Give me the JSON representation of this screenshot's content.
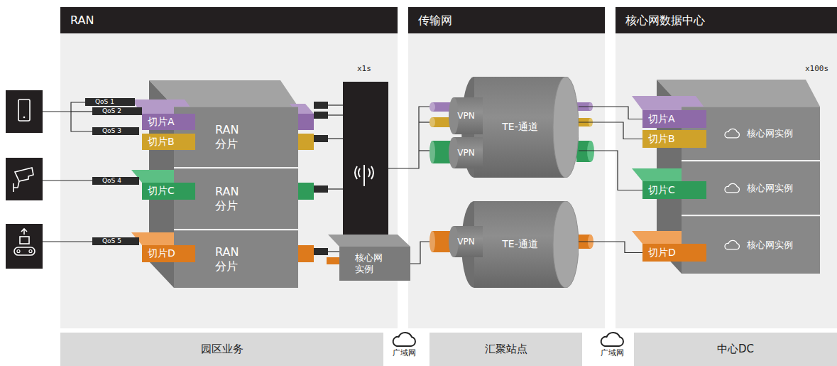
{
  "diagram": {
    "nodes": [
      {
        "text": [
          "RAN"
        ]
      },
      {
        "text": [
          "传输网"
        ]
      },
      {
        "text": [
          "核心网数据中心"
        ]
      },
      {
        "text": [
          "QoS 1"
        ],
        "in": 0
      },
      {
        "text": [
          "QoS 2"
        ],
        "in": 0
      },
      {
        "text": [
          "切片A"
        ],
        "in": 0
      },
      {
        "text": [
          "RAN 分片"
        ],
        "in": 0
      },
      {
        "text": [
          "QoS 3"
        ],
        "in": 0
      },
      {
        "text": [
          "切片B"
        ],
        "in": 0
      },
      {
        "text": [
          "QoS 4"
        ],
        "in": 0
      },
      {
        "text": [
          "切片C"
        ],
        "in": 0
      },
      {
        "text": [
          "RAN 分片"
        ],
        "in": 0
      },
      {
        "text": [
          "QoS 5"
        ],
        "in": 0
      },
      {
        "text": [
          "切片D"
        ],
        "in": 0
      },
      {
        "text": [
          "RAN 分片"
        ],
        "in": 0
      },
      {
        "text": [
          "核心网 实例"
        ],
        "in": 0
      },
      {
        "text": [
          "VPN"
        ],
        "in": 1
      },
      {
        "text": [
          "TE-通道"
        ],
        "in": 1
      },
      {
        "text": [
          "VPN"
        ],
        "in": 1
      },
      {
        "text": [
          "VPN"
        ],
        "in": 1
      },
      {
        "text": [
          "TE-通道"
        ],
        "in": 1
      },
      {
        "text": [
          "切片A"
        ],
        "in": 2
      },
      {
        "text": [
          "核心网实例"
        ],
        "in": 2
      },
      {
        "text": [
          "切片B"
        ],
        "in": 2
      },
      {
        "text": [
          "切片C"
        ],
        "in": 2
      },
      {
        "text": [
          "核心网实例"
        ],
        "in": 2
      },
      {
        "text": [
          "切片D"
        ],
        "in": 2
      },
      {
        "text": [
          "核心网实例"
        ],
        "in": 2
      },
      {
        "text": [
          "园区业务"
        ]
      },
      {
        "text": [
          "广域网"
        ]
      },
      {
        "text": [
          "汇聚站点"
        ]
      },
      {
        "text": [
          "广域网"
        ]
      },
      {
        "text": [
          "中心DC"
        ]
      }
    ],
    "edges": [
      {
        "from": 15,
        "to": 19,
        "arrow": "none"
      },
      {
        "from": 17,
        "to": 21,
        "arrow": "none"
      },
      {
        "from": 17,
        "to": 23,
        "arrow": "none"
      },
      {
        "from": 17,
        "to": 24,
        "arrow": "none"
      },
      {
        "from": 20,
        "to": 26,
        "arrow": "none"
      }
    ],
    "labels": [
      "x1s",
      "x100s"
    ]
  }
}
